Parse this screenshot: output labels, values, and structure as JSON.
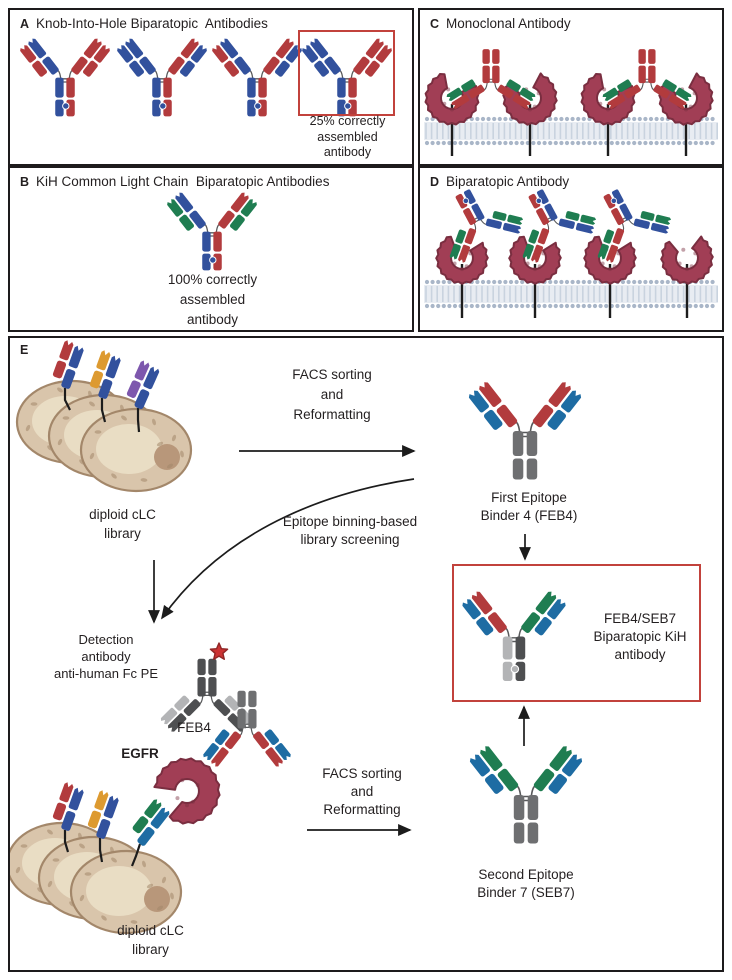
{
  "palette": {
    "red": "#b23b3d",
    "blue": "#32519d",
    "azure": "#1e6ca3",
    "green": "#1f7d51",
    "orange": "#dd9a30",
    "purple": "#7d57ad",
    "gray": "#6e6f71",
    "light_gray": "#b3b4b6",
    "dark_gray": "#4e4f51",
    "maroon": "#a13e55",
    "maroon_dark": "#7a2e40",
    "cell_body": "#d9c5ab",
    "cell_edge": "#a3876a",
    "cell_inner": "#e9ddc4",
    "vacuole": "#b8977a",
    "membrane_dot": "#a9b6c8",
    "membrane_band": "#e8ecf2",
    "membrane_tick": "#c9d3df",
    "line": "#1c1c1c",
    "text": "#231f20",
    "accent": "#c2423c",
    "egfr_text": "#a3343f",
    "star": "#cc3333",
    "star_edge": "#8f2626"
  },
  "panels": {
    "a": {
      "label": "A",
      "title": "Knob-Into-Hole Biparatopic  Antibodies",
      "caption": [
        "25% correctly",
        "assembled",
        "antibody"
      ]
    },
    "b": {
      "label": "B",
      "title": "KiH Common Light Chain  Biparatopic Antibodies",
      "caption": [
        "100% correctly",
        "assembled",
        "antibody"
      ]
    },
    "c": {
      "label": "C",
      "title": "Monoclonal Antibody"
    },
    "d": {
      "label": "D",
      "title": "Biparatopic Antibody"
    },
    "e": {
      "label": "E",
      "facs_top": [
        "FACS sorting",
        "and",
        "Reformatting"
      ],
      "facs_bottom": [
        "FACS sorting",
        "and",
        "Reformatting"
      ],
      "epitope_binning": [
        "Epitope binning-based",
        "library screening"
      ],
      "diploid_top": [
        "diploid cLC",
        "library"
      ],
      "diploid_bottom": [
        "diploid cLC",
        "library"
      ],
      "feb4_caption": [
        "First Epitope",
        "Binder 4 (FEB4)"
      ],
      "seb7_caption": [
        "Second Epitope",
        "Binder 7 (SEB7)"
      ],
      "box_caption": [
        "FEB4/SEB7",
        "Biparatopic KiH",
        "antibody"
      ],
      "detection_caption": [
        "Detection",
        "antibody",
        "anti-human Fc PE"
      ],
      "feb4_label": "FEB4",
      "egfr_label": "EGFR"
    }
  }
}
